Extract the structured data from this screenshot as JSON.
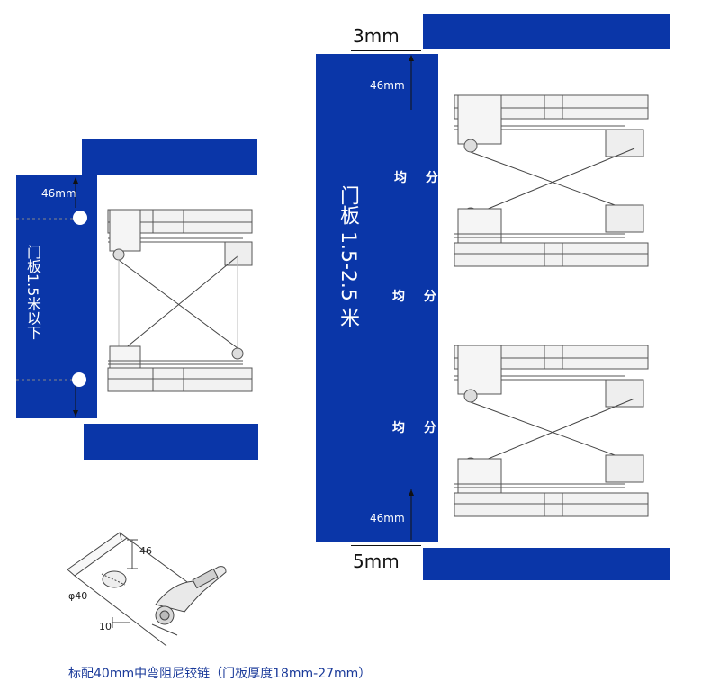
{
  "left_panel": {
    "door_label": "门板1.5米以下",
    "offset_label": "46mm"
  },
  "right_panel": {
    "door_label": "门板 1.5-2.5 米",
    "top_gap": "3mm",
    "bottom_gap": "5mm",
    "offset_top": "46mm",
    "offset_bottom": "46mm",
    "divide_labels": [
      "均 分",
      "均 分",
      "均 分"
    ]
  },
  "hinge_diagram": {
    "dim_46": "46",
    "dim_40": "φ40",
    "dim_10": "10"
  },
  "caption": "标配40mm中弯阻尼铰链（门板厚度18mm-27mm）",
  "colors": {
    "panel_blue": "#0a36a8",
    "caption_blue": "#1a3a9a"
  }
}
